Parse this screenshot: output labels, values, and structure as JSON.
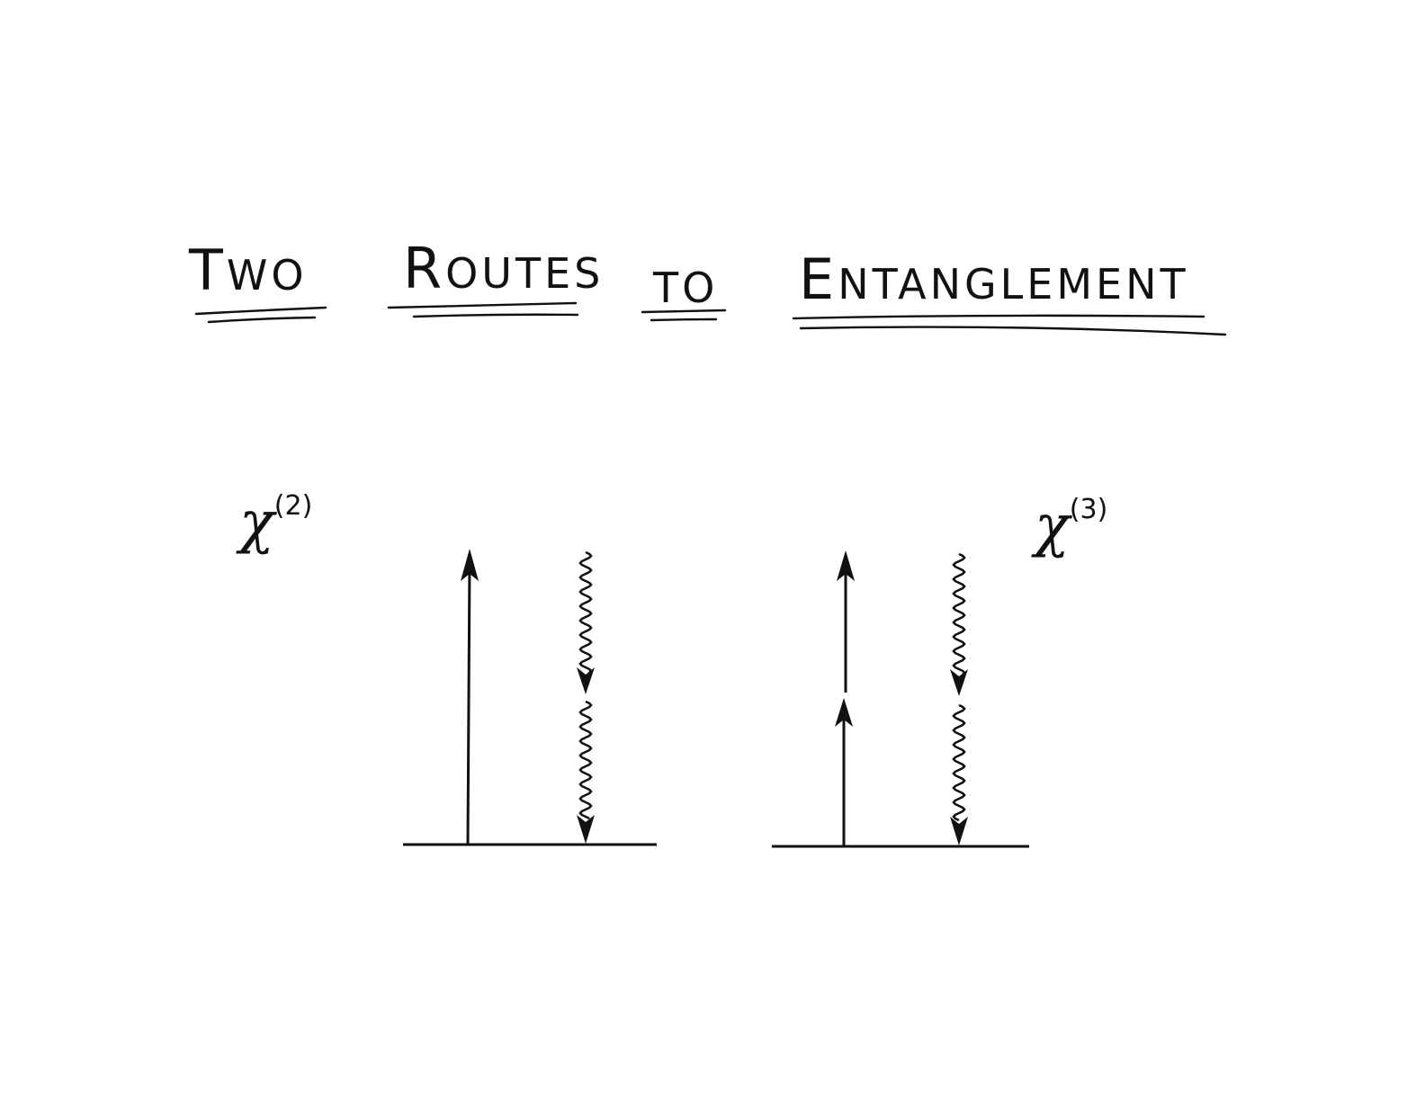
{
  "title": {
    "words": [
      {
        "first": "T",
        "rest": "WO"
      },
      {
        "first": "R",
        "rest": "OUTES"
      },
      {
        "first": "",
        "rest": "TO"
      },
      {
        "first": "E",
        "rest": "NTANGLEMENT"
      }
    ]
  },
  "diagrams": [
    {
      "label": "χ",
      "order": "(2)"
    },
    {
      "label": "χ",
      "order": "(3)"
    }
  ]
}
